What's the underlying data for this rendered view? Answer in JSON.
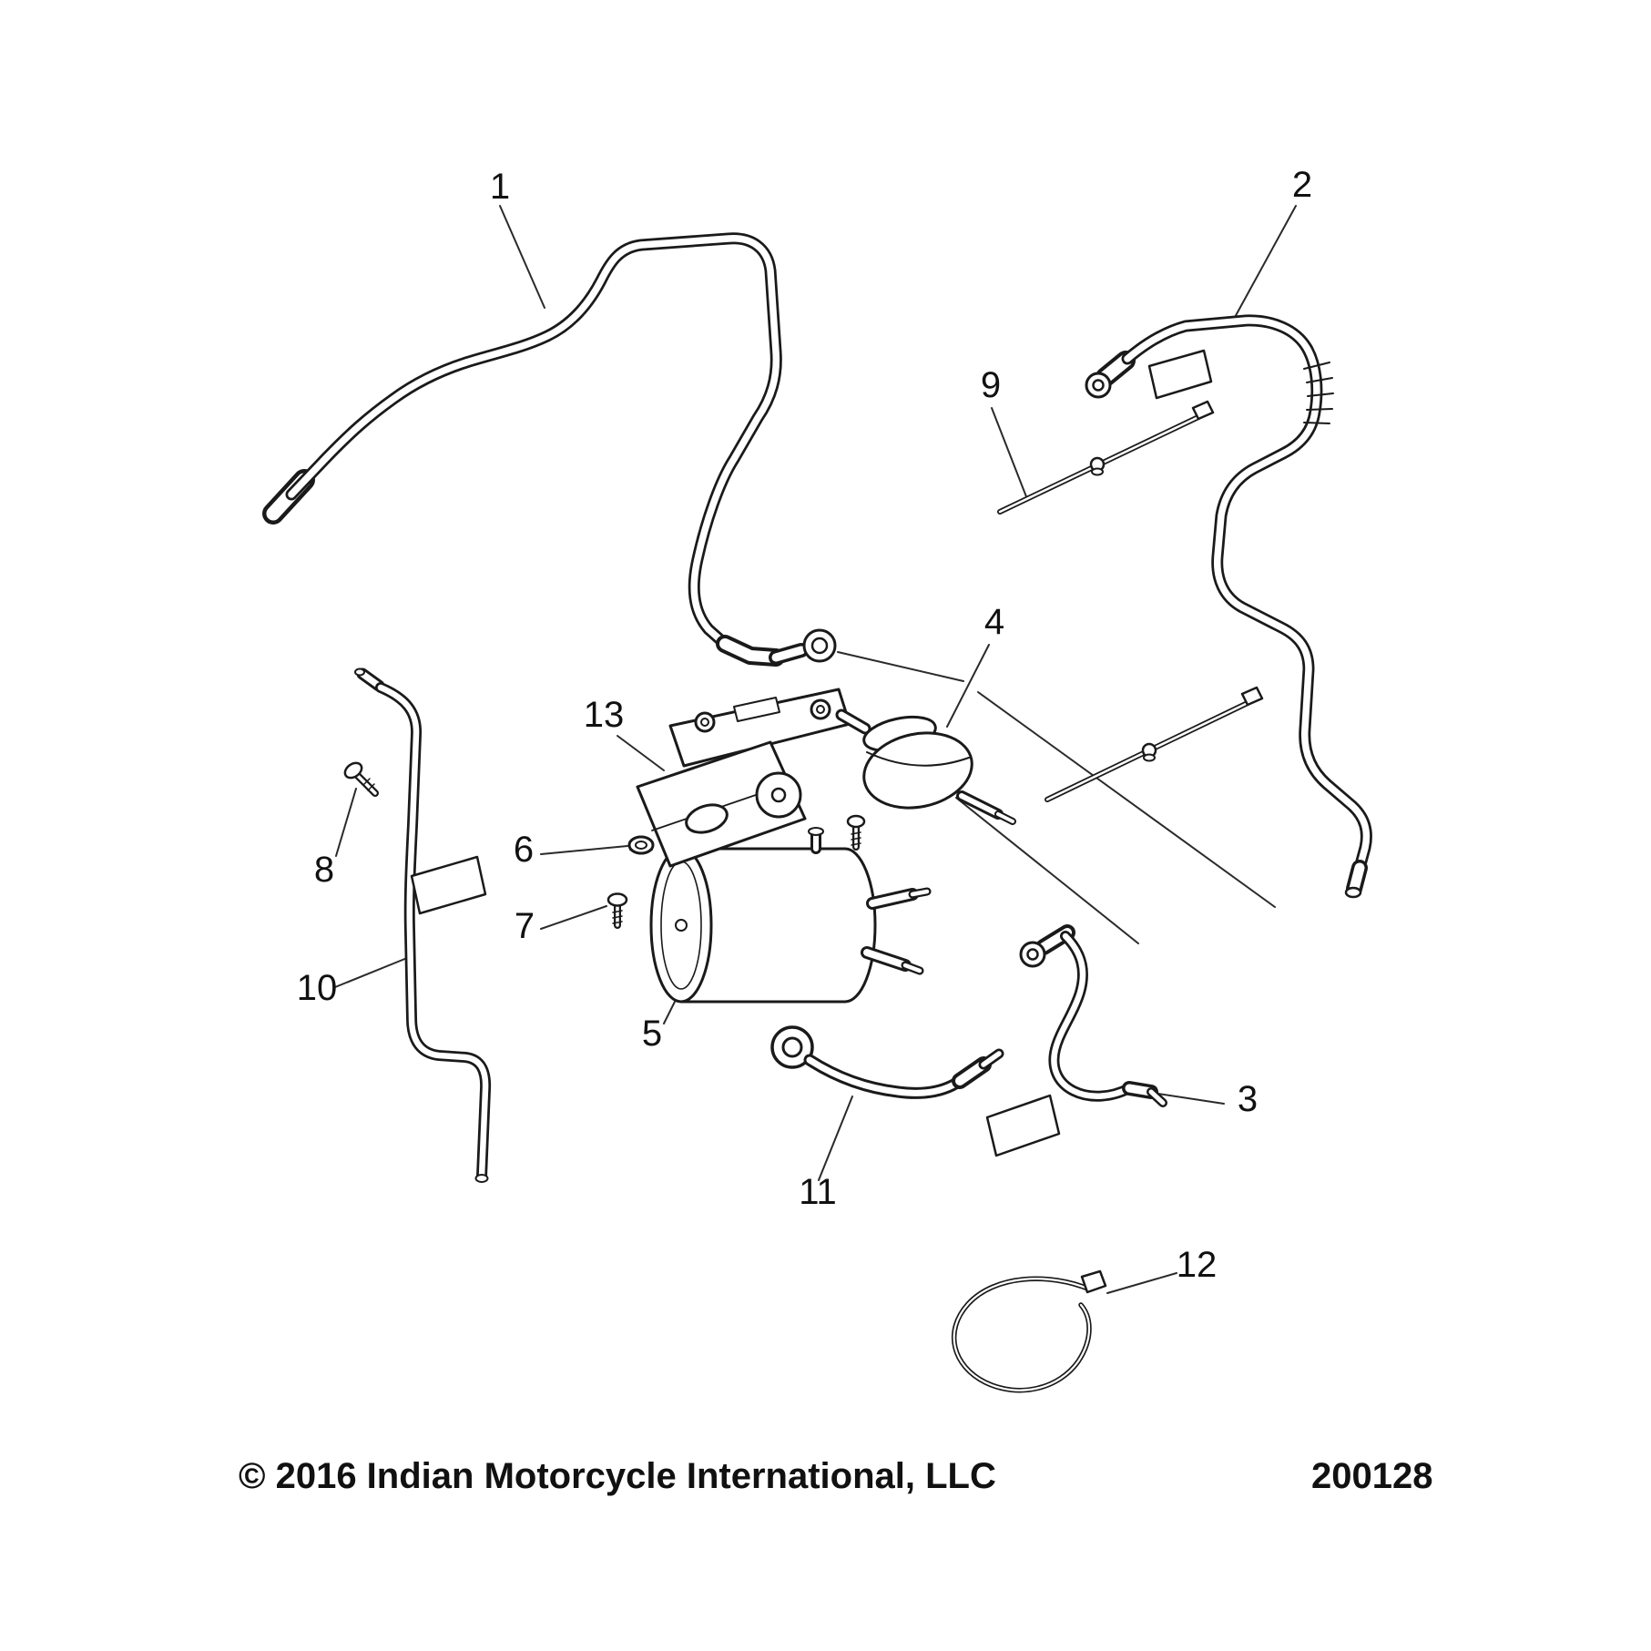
{
  "diagram": {
    "colors": {
      "line": "#1a1a1a",
      "background": "#ffffff"
    },
    "callouts": [
      {
        "label": "1"
      },
      {
        "label": "2"
      },
      {
        "label": "3"
      },
      {
        "label": "4"
      },
      {
        "label": "5"
      },
      {
        "label": "6"
      },
      {
        "label": "7"
      },
      {
        "label": "8"
      },
      {
        "label": "9"
      },
      {
        "label": "10"
      },
      {
        "label": "11"
      },
      {
        "label": "12"
      },
      {
        "label": "13"
      }
    ],
    "footer": {
      "copyright": "© 2016 Indian Motorcycle International, LLC",
      "diagram_number": "200128"
    }
  }
}
